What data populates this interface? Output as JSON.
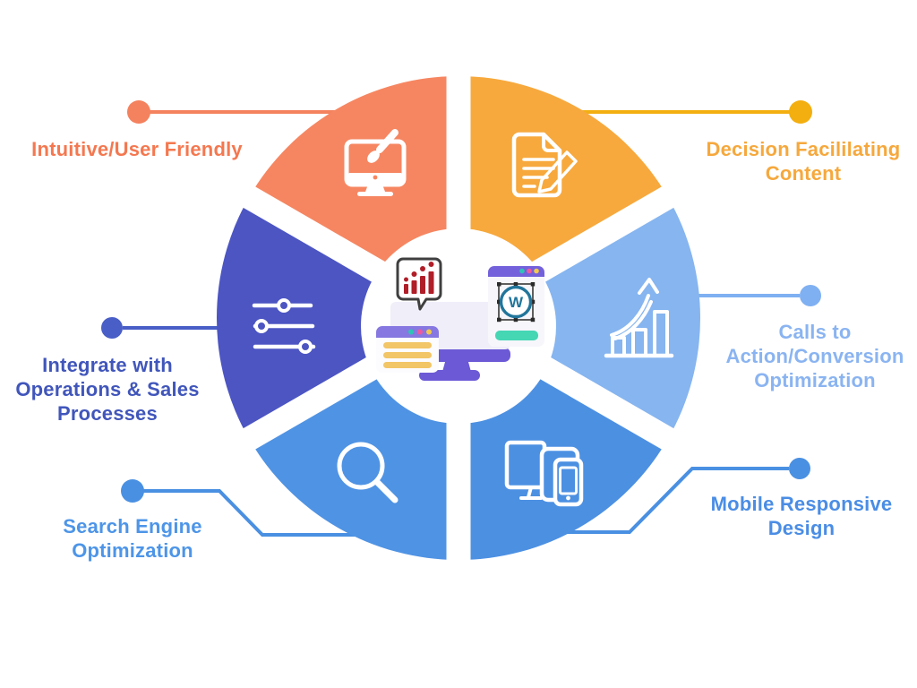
{
  "segments": [
    {
      "id": "intuitive-user-friendly",
      "label_lines": [
        "Intuitive/User Friendly"
      ],
      "wedge_color": "#F68661",
      "connector_color": "#F4825E",
      "text_color": "#F47850",
      "icon": "monitor-paintbrush-icon"
    },
    {
      "id": "decision-facililating-content",
      "label_lines": [
        "Decision Facililating",
        "Content"
      ],
      "wedge_color": "#F7A93D",
      "connector_color": "#F3AF10",
      "text_color": "#F6A83C",
      "icon": "document-pencil-icon"
    },
    {
      "id": "calls-to-action-conversion-optimization",
      "label_lines": [
        "Calls to",
        "Action/Conversion",
        "Optimization"
      ],
      "wedge_color": "#86B5F0",
      "connector_color": "#7FB0F2",
      "text_color": "#8AB4F1",
      "icon": "growth-chart-arrow-icon"
    },
    {
      "id": "mobile-responsive-design",
      "label_lines": [
        "Mobile Responsive",
        "Design"
      ],
      "wedge_color": "#4C90E2",
      "connector_color": "#4A90E2",
      "text_color": "#4A8DE5",
      "icon": "responsive-devices-icon"
    },
    {
      "id": "search-engine-optimization",
      "label_lines": [
        "Search Engine",
        "Optimization"
      ],
      "wedge_color": "#4F93E4",
      "connector_color": "#4A90E2",
      "text_color": "#4D95E8",
      "icon": "magnifier-icon"
    },
    {
      "id": "integrate-operations-sales-processes",
      "label_lines": [
        "Integrate with",
        "Operations & Sales",
        "Processes"
      ],
      "wedge_color": "#4C55C2",
      "connector_color": "#495EC7",
      "text_color": "#4156BB",
      "icon": "sliders-icon"
    }
  ],
  "center": {
    "illustration": "wordpress-web-design-illustration",
    "circle_color": "#FFFFFF",
    "monitor_color": "#6B59D6",
    "screen_color": "#F0EEF9",
    "bubble_border_color": "#3F3F3F",
    "bubble_chart_color": "#B01E28",
    "browser_header_color": "#8678E0",
    "browser_line_color": "#F2C566",
    "wp_card_color": "#F7F6FB",
    "wp_header_color": "#7361DC",
    "wp_blue": "#21759B",
    "wordpress_letter": "W",
    "teal_bar_color": "#45D6B4",
    "dot_teal": "#2EC4B6",
    "dot_pink": "#EE5A9E",
    "dot_yellow": "#F2C94C",
    "selection_frame_color": "#2B2B2B"
  }
}
